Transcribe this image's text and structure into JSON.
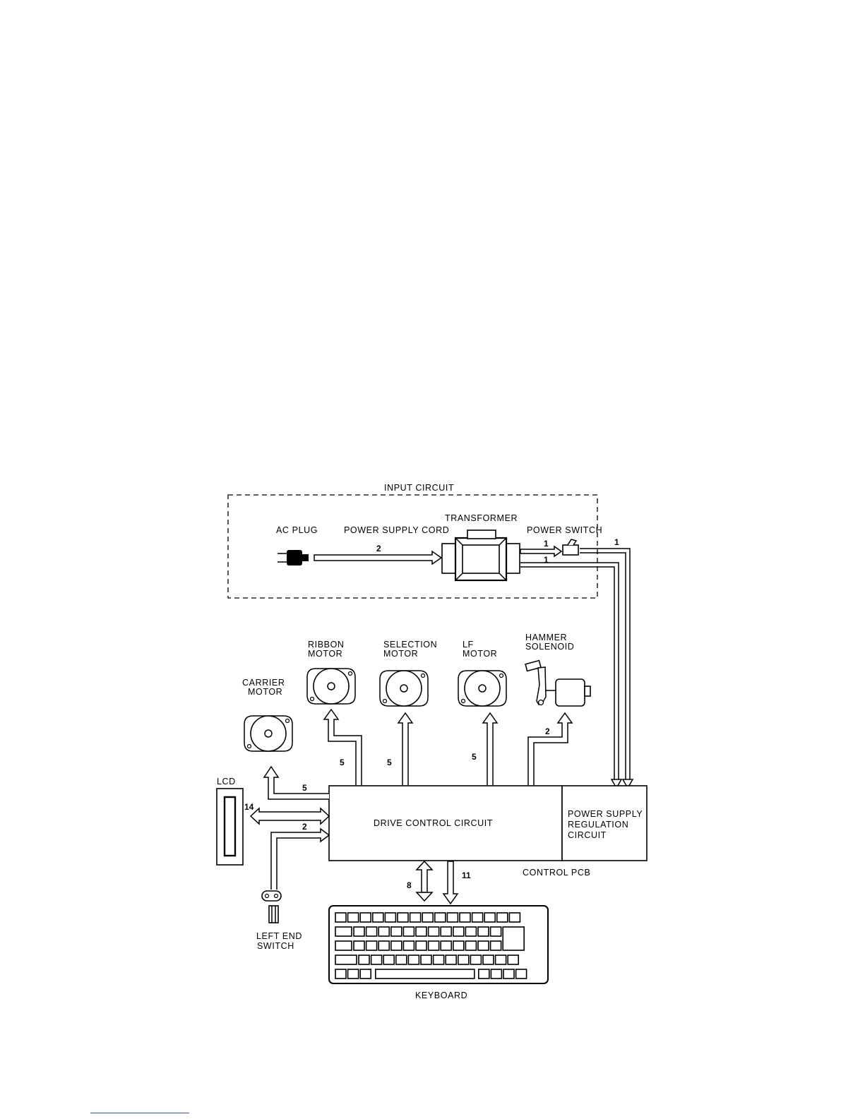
{
  "labels": {
    "input_circuit": "INPUT CIRCUIT",
    "ac_plug": "AC  PLUG",
    "power_supply_cord": "POWER SUPPLY CORD",
    "transformer": "TRANSFORMER",
    "power_switch": "POWER SWITCH",
    "ribbon_motor_1": "RIBBON",
    "ribbon_motor_2": "MOTOR",
    "selection_motor_1": "SELECTION",
    "selection_motor_2": "MOTOR",
    "lf_motor_1": "LF",
    "lf_motor_2": "MOTOR",
    "hammer_solenoid_1": "HAMMER",
    "hammer_solenoid_2": "SOLENOID",
    "carrier_motor_1": "CARRIER",
    "carrier_motor_2": "MOTOR",
    "lcd": "LCD",
    "drive_control_circuit": "DRIVE CONTROL CIRCUIT",
    "psr_1": "POWER SUPPLY",
    "psr_2": "REGULATION",
    "psr_3": "CIRCUIT",
    "control_pcb": "CONTROL  PCB",
    "left_end_switch_1": "LEFT END",
    "left_end_switch_2": "SWITCH",
    "keyboard": "KEYBOARD"
  },
  "wire_counts": {
    "cord": "2",
    "transformer_to_switch": "1",
    "switch_to_regulation": "1",
    "transformer_to_regulation": "1",
    "ribbon": "5",
    "selection": "5",
    "lf": "5",
    "hammer": "2",
    "carrier": "5",
    "lcd": "14",
    "left_end_switch": "2",
    "keyboard_in": "8",
    "keyboard_out": "11"
  }
}
